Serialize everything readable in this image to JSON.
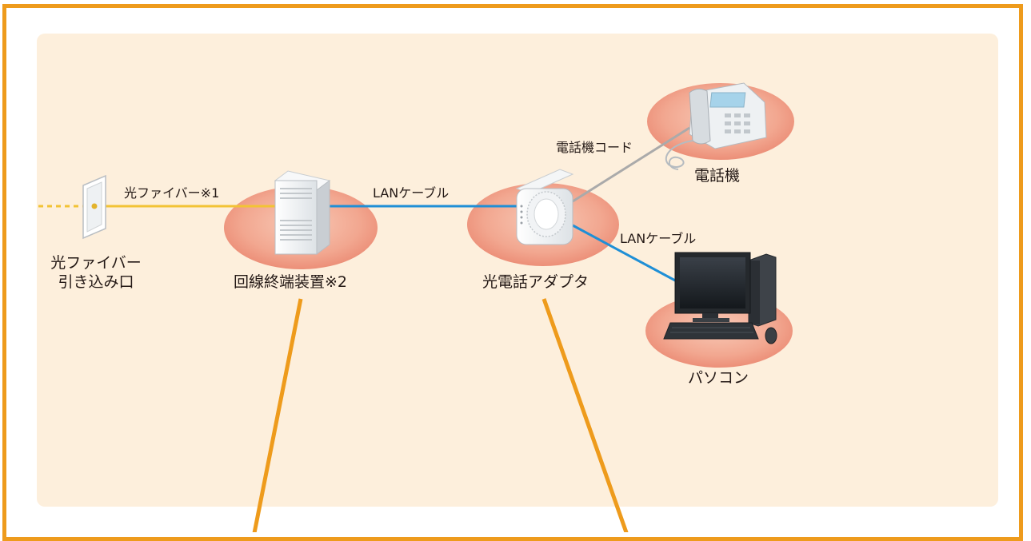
{
  "labels": {
    "fiber_line": "光ファイバー※1",
    "lan_cable_1": "LANケーブル",
    "phone_cord": "電話機コード",
    "lan_cable_2": "LANケーブル",
    "fiber_outlet_line1": "光ファイバー",
    "fiber_outlet_line2": "引き込み口",
    "onu": "回線終端装置※2",
    "adapter": "光電話アダプタ",
    "telephone": "電話機",
    "pc": "パソコン"
  },
  "colors": {
    "frame": "#ee9b1c",
    "panel": "#fdefdc",
    "fiber_line": "#f2c335",
    "lan_cable": "#1f8fd6",
    "phone_cord": "#aaaaaa",
    "callout_line": "#ee9b1c",
    "device_shadow": "#f2a08e"
  }
}
